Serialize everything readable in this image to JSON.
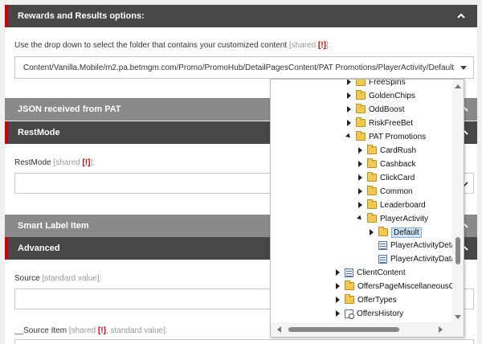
{
  "rewards": {
    "title": "Rewards and Results options:",
    "instruction": "Use the drop down to select the folder that contains your customized content",
    "shared_tag": "[shared ",
    "shared_mark": "[!]",
    "shared_close": "]:",
    "dropdown_value": "Content/Vanilla.Mobile/m2.pa.betmgm.com/Promo/PromoHub/DetailPagesContent/PAT Promotions/PlayerActivity/Default"
  },
  "json_section": {
    "title": "JSON received from PAT"
  },
  "restmode": {
    "title": "RestMode",
    "label": "RestMode",
    "shared_tag": "[shared ",
    "shared_mark": "[!]",
    "shared_close": "]:"
  },
  "smart_label": {
    "title": "Smart Label Item"
  },
  "advanced": {
    "title": "Advanced",
    "source_label": "Source",
    "source_tag": "[standard value]:",
    "source_item_label": "__Source Item",
    "source_item_tag1": "[shared ",
    "source_item_mark": "[!]",
    "source_item_tag2": ", standard value]:"
  },
  "tree": {
    "nodes": [
      {
        "label": "FreeSpins",
        "toggle": "closed",
        "icon": "folder"
      },
      {
        "label": "GoldenChips",
        "toggle": "closed",
        "icon": "folder"
      },
      {
        "label": "OddBoost",
        "toggle": "closed",
        "icon": "folder"
      },
      {
        "label": "RiskFreeBet",
        "toggle": "closed",
        "icon": "folder"
      },
      {
        "label": "PAT Promotions",
        "toggle": "open",
        "icon": "folder"
      },
      {
        "label": "CardRush",
        "toggle": "closed",
        "icon": "folder"
      },
      {
        "label": "Cashback",
        "toggle": "closed",
        "icon": "folder"
      },
      {
        "label": "ClickCard",
        "toggle": "closed",
        "icon": "folder"
      },
      {
        "label": "Common",
        "toggle": "closed",
        "icon": "folder"
      },
      {
        "label": "Leaderboard",
        "toggle": "closed",
        "icon": "folder"
      },
      {
        "label": "PlayerActivity",
        "toggle": "open",
        "icon": "folder"
      },
      {
        "label": "Default",
        "toggle": "closed",
        "icon": "folder",
        "selected": true
      },
      {
        "label": "PlayerActivityDeta",
        "toggle": "none",
        "icon": "doc"
      },
      {
        "label": "PlayerActivityData",
        "toggle": "none",
        "icon": "doc"
      },
      {
        "label": "ClientContent",
        "toggle": "closed",
        "icon": "doc"
      },
      {
        "label": "OffersPageMiscellaneousCo",
        "toggle": "closed",
        "icon": "folder"
      },
      {
        "label": "OfferTypes",
        "toggle": "closed",
        "icon": "folder"
      },
      {
        "label": "OffersHistory",
        "toggle": "closed",
        "icon": "history"
      }
    ]
  },
  "colors": {
    "header_dark": "#474747",
    "header_collapsed": "#8a8a8a",
    "accent_red": "#cc0000",
    "selection": "#cde3fb"
  }
}
